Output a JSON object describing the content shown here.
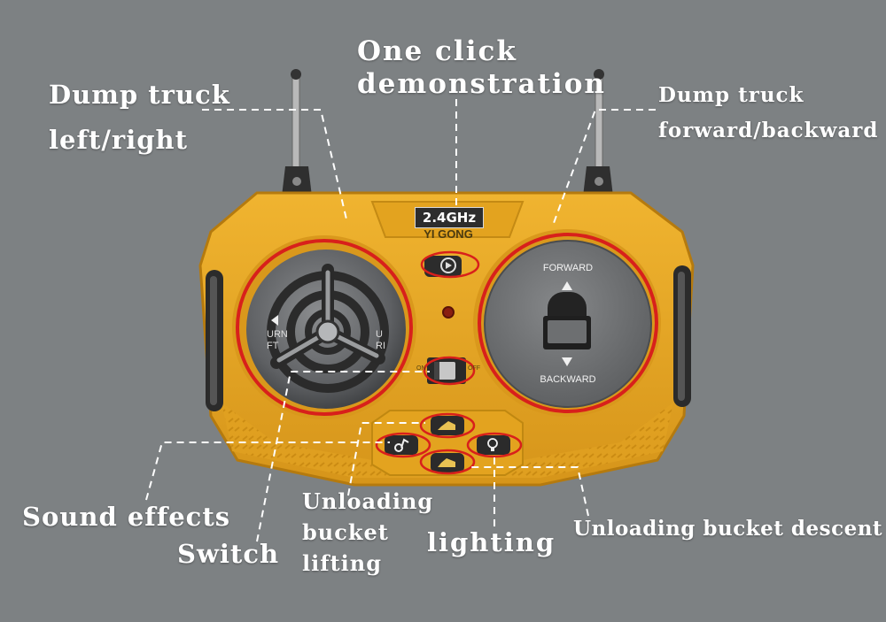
{
  "callouts": {
    "dump_lr": [
      "Dump truck",
      "left/right"
    ],
    "demo": [
      "One click",
      "demonstration"
    ],
    "dump_fb": [
      "Dump truck",
      "forward/backward"
    ],
    "sound": "Sound effects",
    "switch": "Switch",
    "lift": [
      "Unloading",
      "bucket",
      "lifting"
    ],
    "lighting": "lighting",
    "descent": "Unloading bucket descent"
  },
  "device": {
    "frequency": "2.4GHz",
    "brand": "YI GONG",
    "left_stick": {
      "left_text": [
        "URN",
        "FT"
      ],
      "right_text": [
        "U",
        "RI"
      ]
    },
    "right_stick": {
      "forward": "FORWARD",
      "backward": "BACKWARD"
    },
    "switch": {
      "on": "ON",
      "off": "OFF"
    }
  },
  "colors": {
    "background": "#7d8183",
    "body": "#e6a624",
    "highlight_ring": "#d8201b"
  },
  "icons": [
    "antenna-icon",
    "play-gear-icon",
    "music-note-icon",
    "truck-bucket-up-icon",
    "truck-bucket-down-icon",
    "bulb-icon"
  ]
}
